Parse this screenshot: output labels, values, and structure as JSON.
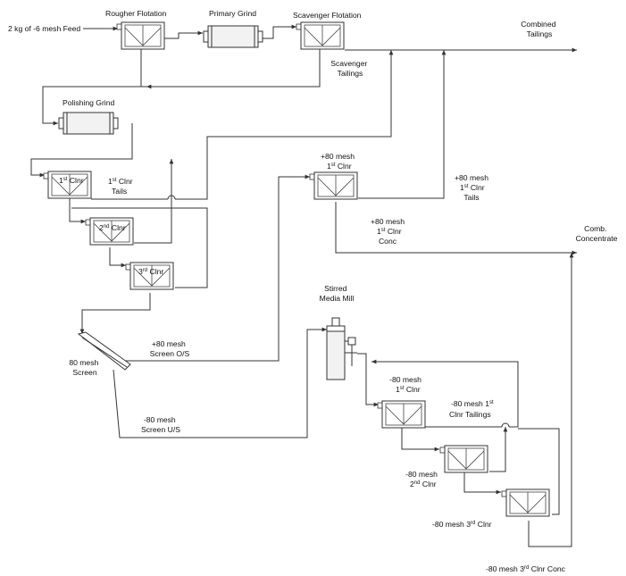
{
  "labels": {
    "feed": "2 kg of -6 mesh Feed",
    "rougher_flotation": "Rougher Flotation",
    "primary_grind": "Primary Grind",
    "scavenger_flotation": "Scavenger Flotation",
    "combined_tailings": [
      "Combined",
      "Tailings"
    ],
    "scavenger_tailings": [
      "Scavenger",
      "Tailings"
    ],
    "polishing_grind": "Polishing Grind",
    "cleaner_1": {
      "prefix": "1",
      "sup": "st",
      "suffix": " Clnr"
    },
    "cleaner_1_tails": {
      "line1_prefix": "1",
      "line1_sup": "st",
      "line1_suffix": " Clnr",
      "line2": "Tails"
    },
    "cleaner_2": {
      "prefix": "2",
      "sup": "nd",
      "suffix": " Clnr"
    },
    "cleaner_3": {
      "prefix": "3",
      "sup": "rd",
      "suffix": " Clnr"
    },
    "plus80_cleaner": {
      "line1": "+80 mesh",
      "line2_prefix": "1",
      "line2_sup": "st",
      "line2_suffix": " Clnr"
    },
    "plus80_tails": {
      "line1": "+80 mesh",
      "line2_prefix": "1",
      "line2_sup": "st",
      "line2_suffix": " Clnr",
      "line3": "Tails"
    },
    "plus80_conc": {
      "line1": "+80 mesh",
      "line2_prefix": "1",
      "line2_sup": "st",
      "line2_suffix": " Clnr",
      "line3": "Conc"
    },
    "comb_concentrate": [
      "Comb.",
      "Concentrate"
    ],
    "screen": [
      "80 mesh",
      "Screen"
    ],
    "screen_os": [
      "+80 mesh",
      "Screen O/S"
    ],
    "screen_us": [
      "-80 mesh",
      "Screen U/S"
    ],
    "stirred_mill": [
      "Stirred",
      "Media Mill"
    ],
    "minus80_cleaner_1": {
      "line1": "-80 mesh",
      "line2_prefix": "1",
      "line2_sup": "st",
      "line2_suffix": " Clnr"
    },
    "minus80_cleaner_1_tailings": {
      "line1_prefix": "-80 mesh 1",
      "line1_sup": "st",
      "line2": "Clnr Tailings"
    },
    "minus80_cleaner_2": {
      "line1": "-80 mesh",
      "line2_prefix": "2",
      "line2_sup": "nd",
      "line2_suffix": " Clnr"
    },
    "minus80_cleaner_3": {
      "line1_prefix": "-80 mesh 3",
      "line1_sup": "rd",
      "line1_suffix": " Clnr"
    },
    "minus80_cleaner_3_conc": {
      "line1_prefix": "-80 mesh 3",
      "line1_sup": "rd",
      "line1_suffix": " Clnr Conc"
    }
  },
  "colors": {
    "line": "#333333",
    "text": "#111111",
    "mill_fill": "#f2f2f2"
  }
}
